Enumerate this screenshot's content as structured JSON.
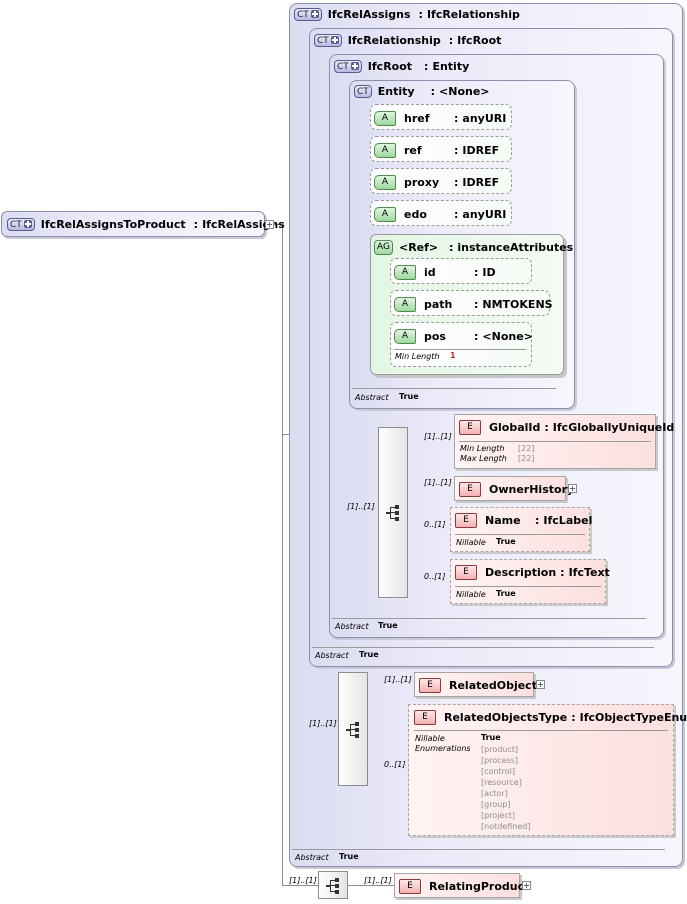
{
  "root": {
    "badge": "CT",
    "name": "IfcRelAssignsToProduct",
    "sep": ":",
    "type": "IfcRelAssigns"
  },
  "ct_rel_assigns": {
    "badge": "CT",
    "name": "IfcRelAssigns",
    "sep": ":",
    "type": "IfcRelationship",
    "abstract_label": "Abstract",
    "abstract_value": "True"
  },
  "ct_relationship": {
    "badge": "CT",
    "name": "IfcRelationship",
    "sep": ":",
    "type": "IfcRoot",
    "abstract_label": "Abstract",
    "abstract_value": "True"
  },
  "ct_root": {
    "badge": "CT",
    "name": "IfcRoot",
    "sep": ":",
    "type": "Entity",
    "abstract_label": "Abstract",
    "abstract_value": "True"
  },
  "ct_entity": {
    "badge": "CT",
    "name": "Entity",
    "sep": ":",
    "type": "<None>",
    "abstract_label": "Abstract",
    "abstract_value": "True",
    "attributes": [
      {
        "badge": "A",
        "name": "href",
        "sep": ":",
        "type": "anyURI"
      },
      {
        "badge": "A",
        "name": "ref",
        "sep": ":",
        "type": "IDREF"
      },
      {
        "badge": "A",
        "name": "proxy",
        "sep": ":",
        "type": "IDREF"
      },
      {
        "badge": "A",
        "name": "edo",
        "sep": ":",
        "type": "anyURI"
      }
    ],
    "attribute_group": {
      "badge": "AG",
      "name": "<Ref>",
      "sep": ":",
      "type": "instanceAttributes",
      "attributes": [
        {
          "badge": "A",
          "name": "id",
          "sep": ":",
          "type": "ID"
        },
        {
          "badge": "A",
          "name": "path",
          "sep": ":",
          "type": "NMTOKENS"
        },
        {
          "badge": "A",
          "name": "pos",
          "sep": ":",
          "type": "<None>",
          "meta_label": "Min Length",
          "meta_value": "1"
        }
      ]
    }
  },
  "root_sequence": {
    "multiplicity": "[1]..[1]",
    "elements": [
      {
        "badge": "E",
        "name": "GlobalId",
        "sep": ":",
        "type": "IfcGloballyUniqueId",
        "multiplicity": "[1]..[1]",
        "meta": [
          {
            "label": "Min Length",
            "value": "[22]"
          },
          {
            "label": "Max Length",
            "value": "[22]"
          }
        ]
      },
      {
        "badge": "E",
        "name": "OwnerHistory",
        "multiplicity": "[1]..[1]"
      },
      {
        "badge": "E",
        "name": "Name",
        "sep": ":",
        "type": "IfcLabel",
        "multiplicity": "0..[1]",
        "meta": [
          {
            "label": "Nillable",
            "value": "True"
          }
        ]
      },
      {
        "badge": "E",
        "name": "Description",
        "sep": ":",
        "type": "IfcText",
        "multiplicity": "0..[1]",
        "meta": [
          {
            "label": "Nillable",
            "value": "True"
          }
        ]
      }
    ]
  },
  "assigns_sequence": {
    "multiplicity": "[1]..[1]",
    "elements": [
      {
        "badge": "E",
        "name": "RelatedObjects",
        "multiplicity": "[1]..[1]"
      },
      {
        "badge": "E",
        "name": "RelatedObjectsType",
        "sep": ":",
        "type": "IfcObjectTypeEnum",
        "multiplicity": "0..[1]",
        "nillable_label": "Nillable",
        "nillable_value": "True",
        "enum_label": "Enumerations",
        "enumerations": [
          "[product]",
          "[process]",
          "[control]",
          "[resource]",
          "[actor]",
          "[group]",
          "[project]",
          "[notdefined]"
        ]
      }
    ]
  },
  "product_sequence": {
    "multiplicity": "[1]..[1]",
    "elements": [
      {
        "badge": "E",
        "name": "RelatingProduct",
        "multiplicity": "[1]..[1]"
      }
    ]
  }
}
